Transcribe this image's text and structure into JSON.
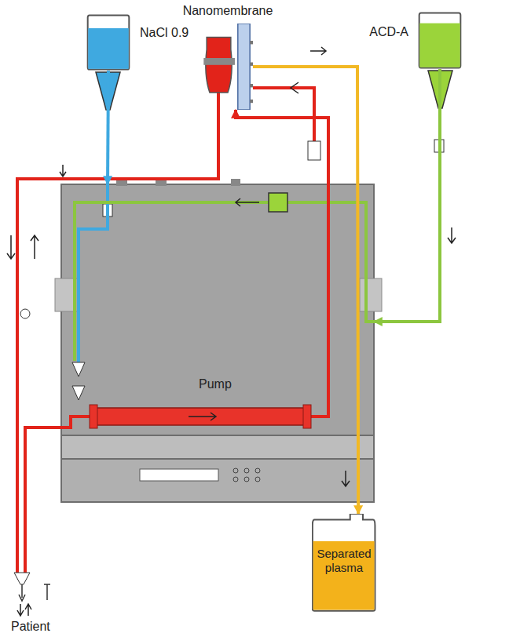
{
  "diagram": {
    "nodes": [
      {
        "text": [
          "NaCl 0.9"
        ]
      },
      {
        "text": [
          "Nanomembrane"
        ]
      },
      {
        "text": [
          "ACD-A"
        ]
      },
      {
        "text": [
          "Pump"
        ]
      },
      {
        "text": [
          "Separated plasma"
        ]
      }
    ],
    "edges": [
      {
        "from": 0,
        "to": 3,
        "arrow": "to"
      },
      {
        "from": 2,
        "to": 3,
        "arrow": "to"
      },
      {
        "from": 3,
        "to": 1,
        "arrow": "to"
      },
      {
        "from": 1,
        "to": 4,
        "arrow": "to"
      }
    ],
    "labels": [
      "Patient"
    ]
  }
}
